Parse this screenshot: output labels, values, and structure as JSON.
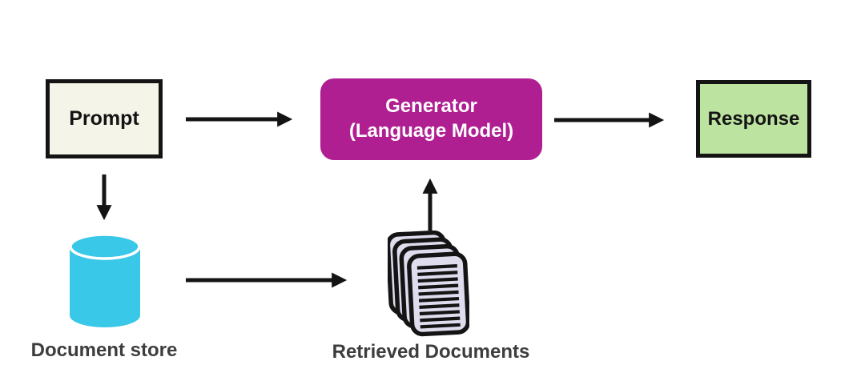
{
  "diagram": {
    "type": "flowchart",
    "background": "#ffffff",
    "arrow_color": "#141414",
    "nodes": {
      "prompt": {
        "label": "Prompt",
        "fill": "#f4f4e8",
        "border_color": "#141414",
        "text_color": "#141414"
      },
      "generator": {
        "line1": "Generator",
        "line2": "(Language Model)",
        "fill": "#b01f92",
        "text_color": "#ffffff"
      },
      "response": {
        "label": "Response",
        "fill": "#bde3a1",
        "border_color": "#141414",
        "text_color": "#141414"
      },
      "document_store": {
        "label": "Document store",
        "icon": "database-cylinder-icon",
        "icon_color": "#3ac8e8",
        "label_color": "#3d3d3d"
      },
      "retrieved_documents": {
        "label": "Retrieved Documents",
        "icon": "document-stack-icon",
        "icon_fill": "#dfdcee",
        "icon_stroke": "#141414",
        "label_color": "#3d3d3d"
      }
    },
    "edges": [
      {
        "from": "prompt",
        "to": "generator",
        "direction": "right"
      },
      {
        "from": "generator",
        "to": "response",
        "direction": "right"
      },
      {
        "from": "prompt",
        "to": "document_store",
        "direction": "down"
      },
      {
        "from": "document_store",
        "to": "retrieved_documents",
        "direction": "right"
      },
      {
        "from": "retrieved_documents",
        "to": "generator",
        "direction": "up"
      }
    ]
  }
}
